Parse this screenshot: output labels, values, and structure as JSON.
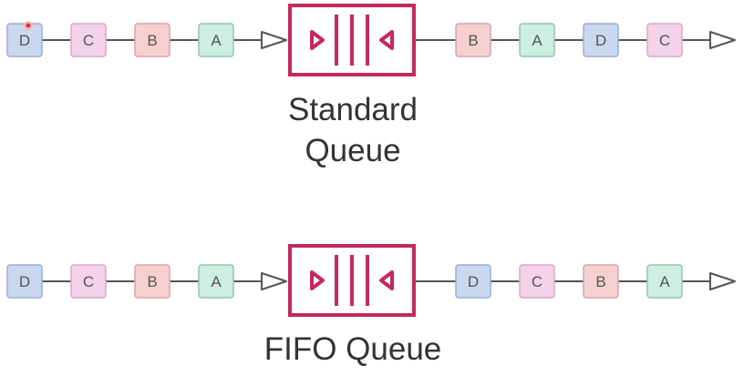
{
  "diagrams": [
    {
      "caption_lines": [
        "Standard",
        "Queue"
      ],
      "input_messages": [
        "D",
        "C",
        "B",
        "A"
      ],
      "output_messages": [
        "B",
        "A",
        "D",
        "C"
      ]
    },
    {
      "caption_lines": [
        "FIFO Queue"
      ],
      "input_messages": [
        "D",
        "C",
        "B",
        "A"
      ],
      "output_messages": [
        "D",
        "C",
        "B",
        "A"
      ]
    }
  ],
  "message_colors": {
    "A": {
      "fill": "#cdeee0",
      "stroke": "#8fc7ae"
    },
    "B": {
      "fill": "#f6d0d0",
      "stroke": "#d9a4a4"
    },
    "C": {
      "fill": "#f3d2ea",
      "stroke": "#d7a8c8"
    },
    "D": {
      "fill": "#cad8ef",
      "stroke": "#97aed6"
    }
  },
  "queue_color": "#c22a5e",
  "line_color": "#555555",
  "icons": [
    "queue-icon",
    "arrow-head-icon",
    "cursor-dot-icon"
  ]
}
